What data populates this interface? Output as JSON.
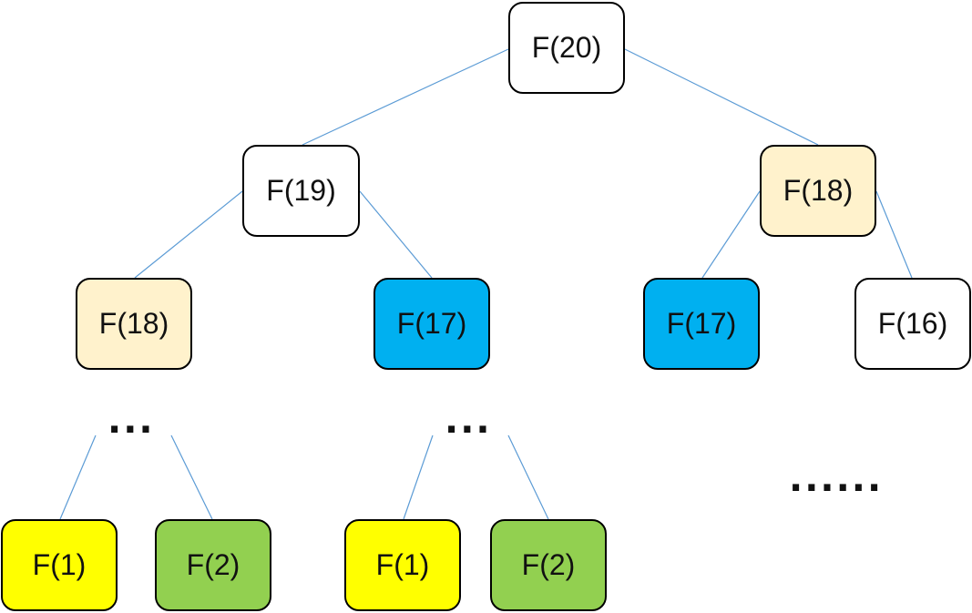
{
  "colors": {
    "white": "#ffffff",
    "cream": "#fff2cc",
    "blue": "#00b0f0",
    "yellow": "#ffff00",
    "green": "#92d050",
    "edge": "#5b9bd5"
  },
  "nodes": {
    "root": {
      "label": "F(20)",
      "fill": "white"
    },
    "l1_left": {
      "label": "F(19)",
      "fill": "white"
    },
    "l1_right": {
      "label": "F(18)",
      "fill": "cream"
    },
    "l2_a": {
      "label": "F(18)",
      "fill": "cream"
    },
    "l2_b": {
      "label": "F(17)",
      "fill": "blue"
    },
    "l2_c": {
      "label": "F(17)",
      "fill": "blue"
    },
    "l2_d": {
      "label": "F(16)",
      "fill": "white"
    },
    "leaf_a1": {
      "label": "F(1)",
      "fill": "yellow"
    },
    "leaf_a2": {
      "label": "F(2)",
      "fill": "green"
    },
    "leaf_b1": {
      "label": "F(1)",
      "fill": "yellow"
    },
    "leaf_b2": {
      "label": "F(2)",
      "fill": "green"
    }
  },
  "ellipses": {
    "left_branch": "···",
    "middle_branch": "···",
    "right_remainder": "······"
  }
}
